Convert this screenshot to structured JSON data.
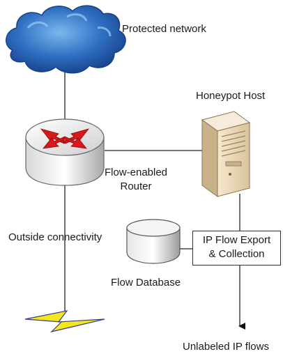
{
  "nodes": {
    "protected_network": {
      "label": "Protected network"
    },
    "honeypot_host": {
      "label": "Honeypot Host"
    },
    "router": {
      "label_line1": "Flow-enabled",
      "label_line2": "Router"
    },
    "outside": {
      "label": "Outside connectivity"
    },
    "flow_export": {
      "label_line1": "IP Flow Export",
      "label_line2": "& Collection"
    },
    "flow_database": {
      "label": "Flow Database"
    },
    "output": {
      "label": "Unlabeled IP flows"
    }
  },
  "colors": {
    "cloud": "#2f6fc2",
    "cloud_highlight": "#5fa0e4",
    "router_arrows": "#d8181b",
    "lightning": "#f2e81c",
    "server": "#efdcbe",
    "line": "#222222"
  },
  "icons": {
    "cloud": "cloud-icon",
    "router": "router-icon",
    "server": "server-icon",
    "database": "database-icon",
    "lightning": "lightning-icon"
  }
}
